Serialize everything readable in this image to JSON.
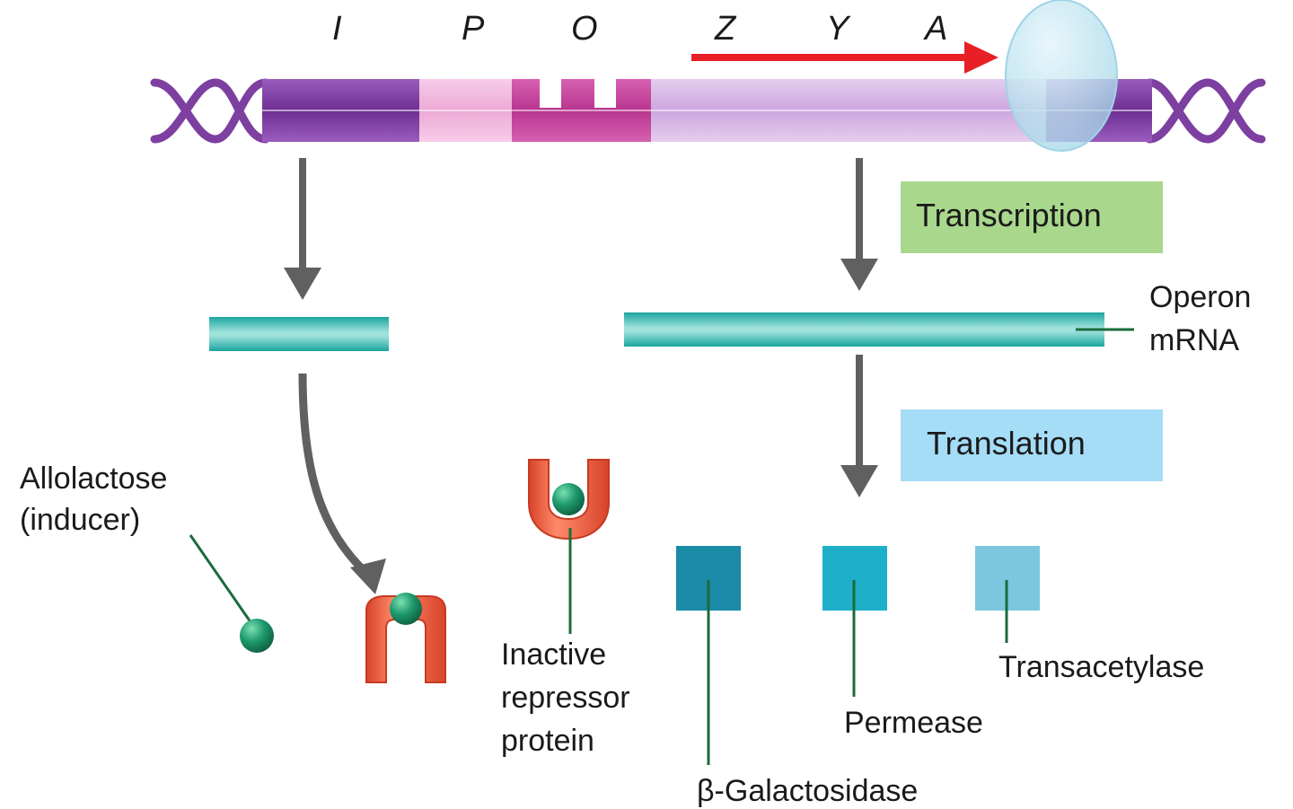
{
  "genes": [
    "I",
    "P",
    "O",
    "Z",
    "Y",
    "A"
  ],
  "process_labels": {
    "transcription": "Transcription",
    "translation": "Translation"
  },
  "labels": {
    "operon_mrna": [
      "Operon",
      "mRNA"
    ],
    "allolactose": [
      "Allolactose",
      "(inducer)"
    ],
    "inactive_repressor": [
      "Inactive",
      "repressor",
      "protein"
    ],
    "beta_galactosidase": "β-Galactosidase",
    "permease": "Permease",
    "transacetylase": "Transacetylase"
  },
  "colors": {
    "dna_dark_purple": "#7d3fa0",
    "dna_light_pink": "#f0b8df",
    "dna_magenta": "#c6419d",
    "dna_lavender": "#d7b6e3",
    "transcription_arrow": "#e81f25",
    "rna_polymerase": "#bfe6f2",
    "flow_arrow": "#606060",
    "mrna_teal": "#1ba59f",
    "transcription_box": "#a9d88d",
    "translation_box": "#a5dcf6",
    "repressor": "#ec5b3e",
    "inducer": "#1e9a6e",
    "enzyme_beta_galactosidase": "#1a8aa6",
    "enzyme_permease": "#1fb0c9",
    "enzyme_transacetylase": "#7cc7df",
    "leader_line": "#1b6b3a"
  }
}
